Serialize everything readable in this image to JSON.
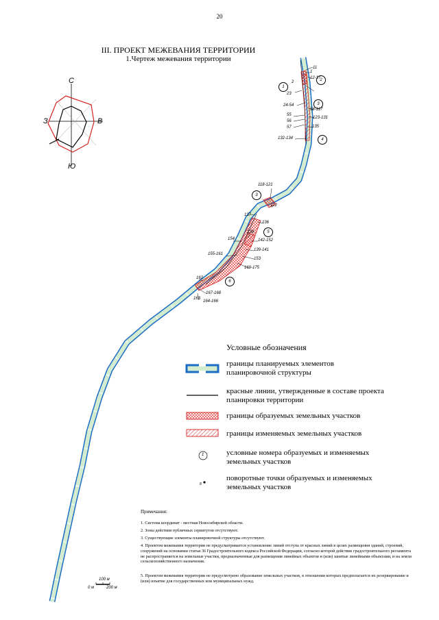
{
  "page": {
    "number": "20"
  },
  "heading": {
    "title": "III. ПРОЕКТ МЕЖЕВАНИЯ ТЕРРИТОРИИ",
    "subtitle": "1.Чертеж межевания территории"
  },
  "compass": {
    "north": "С",
    "south": "Ю",
    "west": "З",
    "east": "В"
  },
  "scale": {
    "label_top": "100 м",
    "label_zero": "0 м",
    "label_end": "200 м"
  },
  "parcel_circles": [
    "1",
    "2",
    "3",
    "4",
    "5",
    "6",
    "3"
  ],
  "map_labels": {
    "l11": "11",
    "l1": "1",
    "l2": "2",
    "l12_17": "12-17",
    "l23": "23",
    "l24_54": "24-54",
    "l58_117": "58-117",
    "l55": "55",
    "l56": "56",
    "l123_131": "123-131",
    "l57": "57",
    "l135": "135",
    "l132_134": "132-134",
    "l118_121": "118-121",
    "l122": "122",
    "l137": "137",
    "l136": "136",
    "l154": "154",
    "l138": "138",
    "l142_152": "142-152",
    "l139_141": "139-141",
    "l153": "153",
    "l155_161": "155-161",
    "l169_175": "169-175",
    "l162": "162",
    "l167_168": "167-168",
    "l163": "163",
    "l164_166": "164-166"
  },
  "legend": {
    "title": "Условные обозначения",
    "items": [
      {
        "line1": "границы планируемых элементов",
        "line2": "планировочной структуры"
      },
      {
        "line1": "красные линии, утвержденные в составе проекта",
        "line2": "планировки территории"
      },
      {
        "line1": "границы образуемых земельных участков",
        "line2": ""
      },
      {
        "line1": "границы изменяемых земельных участков",
        "line2": ""
      },
      {
        "line1": "условные номера образуемых и изменяемых",
        "line2": "земельных участков"
      },
      {
        "line1": "поворотные точки образуемых и изменяемых",
        "line2": "земельных участков"
      }
    ],
    "circle_sample": "1",
    "point_sample": "8"
  },
  "notes": {
    "heading": "Примечания:",
    "items": [
      "1. Система координат - местная Новосибирской области.",
      "2. Зоны действия публичных сервитутов отсутствуют.",
      "3. Существующие элементы планировочной структуры отсутствуют.",
      "4. Проектом межевания территории не предусматривается установление линий отступа от красных линий в целях размещения зданий, строений, сооружений на основании статьи 36 Градостроительного кодекса Российской Федерации, согласно которой действие градостроительного регламента не распространяется на земельные участки, предназначенные для размещения линейных объектов и (или) занятые линейными объектами, и на земли сельскохозяйственного назначения.",
      "5. Проектом межевания территории не предусмотрено образование земельных участков, в отношении которых предполагается их резервирование и (или) изъятие для государственных или муниципальных нужд."
    ]
  },
  "colors": {
    "corridor_fill": "#d3ecd0",
    "corridor_border": "#1a6cc4",
    "red": "#d42020"
  }
}
